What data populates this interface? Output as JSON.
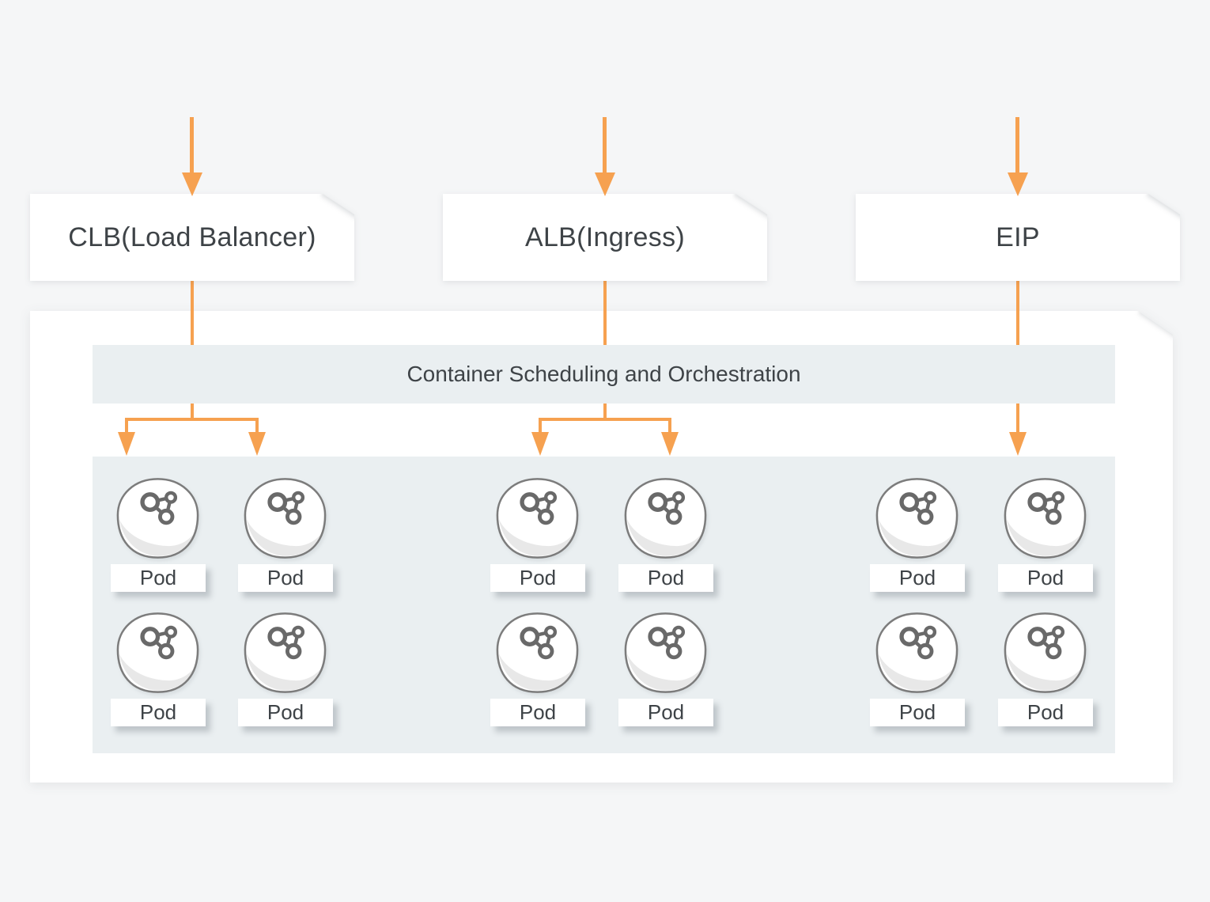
{
  "nodes": {
    "clb": {
      "label": "CLB(Load Balancer)"
    },
    "alb": {
      "label": "ALB(Ingress)"
    },
    "eip": {
      "label": "EIP"
    }
  },
  "container": {
    "header": "Container Scheduling and Orchestration",
    "groups": [
      {
        "name": "clb-group",
        "pods": [
          {
            "label": "Pod"
          },
          {
            "label": "Pod"
          },
          {
            "label": "Pod"
          },
          {
            "label": "Pod"
          }
        ]
      },
      {
        "name": "alb-group",
        "pods": [
          {
            "label": "Pod"
          },
          {
            "label": "Pod"
          },
          {
            "label": "Pod"
          },
          {
            "label": "Pod"
          }
        ]
      },
      {
        "name": "eip-group",
        "pods": [
          {
            "label": "Pod"
          },
          {
            "label": "Pod"
          },
          {
            "label": "Pod"
          },
          {
            "label": "Pod"
          }
        ]
      }
    ]
  },
  "icons": {
    "pod": "pod-cylinder-icon",
    "molecule": "molecule-icon",
    "arrow": "arrow-down-icon"
  },
  "colors": {
    "accent_orange": "#F6A150",
    "panel_bg": "#EAEFF1",
    "canvas_bg": "#F5F6F7",
    "node_bg": "#FFFFFF",
    "text": "#3E4347",
    "cylinder_stroke": "#7C7C7C",
    "cylinder_shade": "#E8E8E8",
    "molecule_stroke": "#696969"
  }
}
